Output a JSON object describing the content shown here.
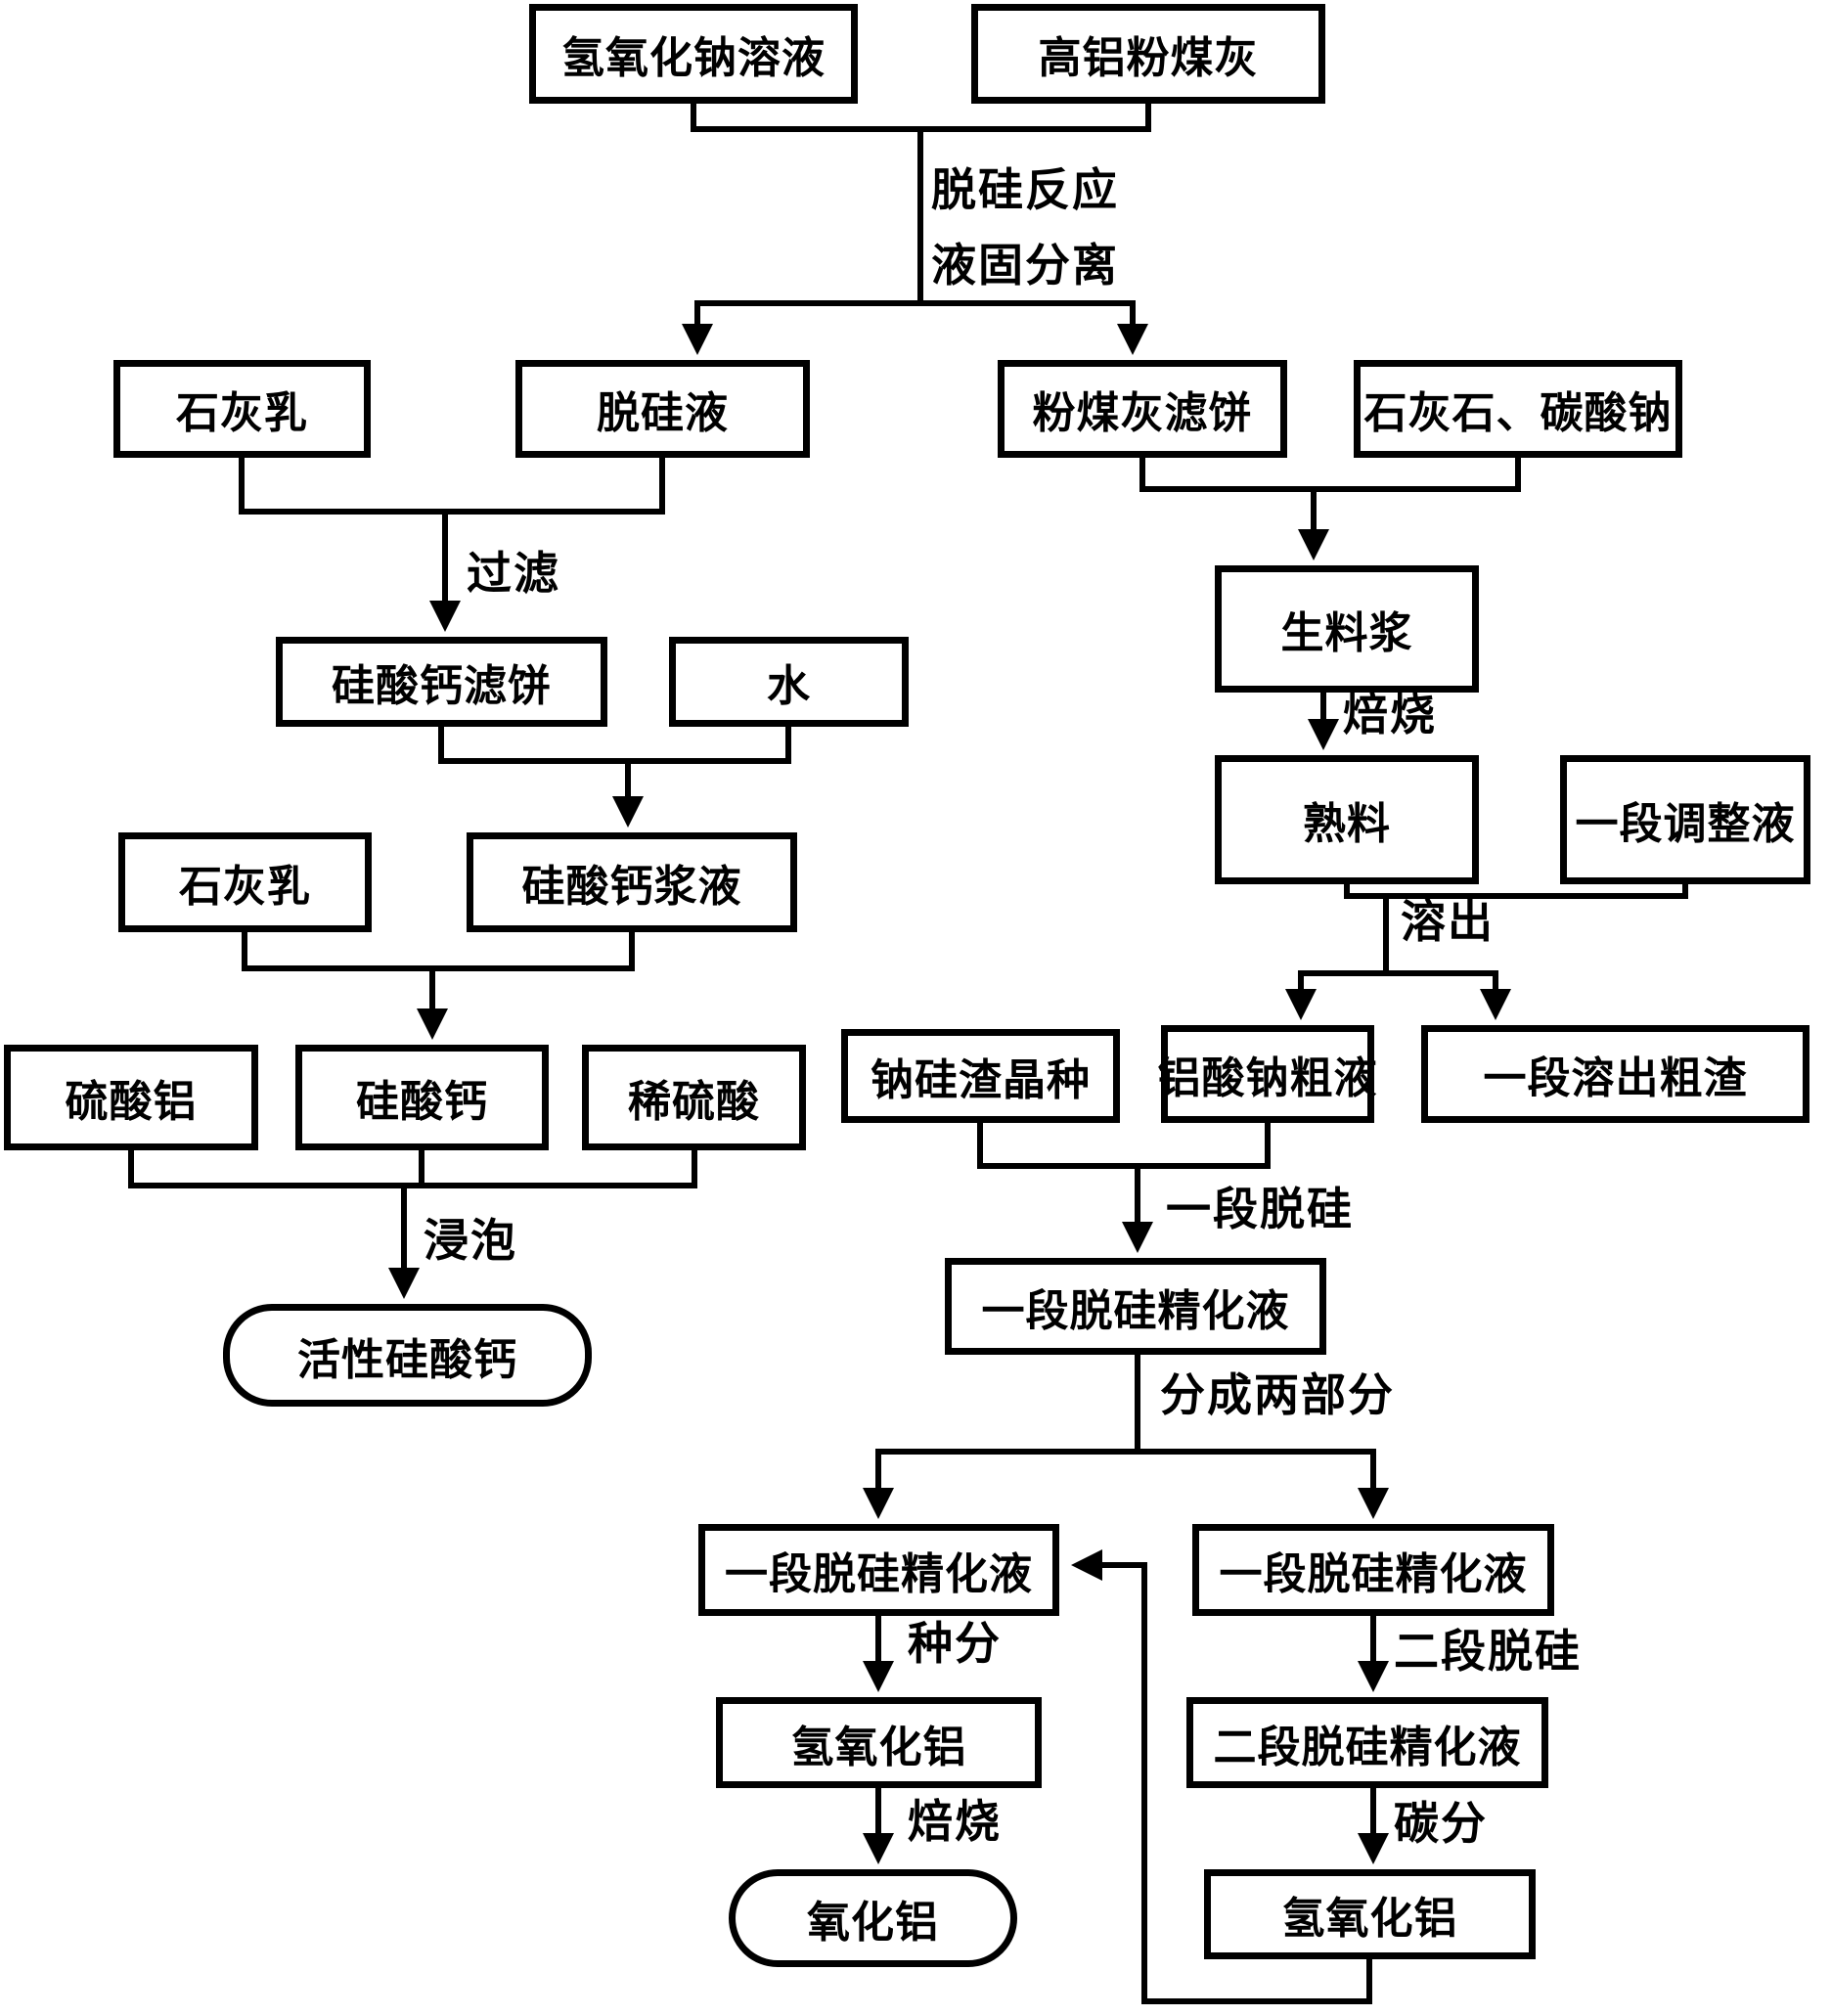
{
  "diagram": {
    "colors": {
      "background": "#ffffff",
      "line": "#000000",
      "text": "#000000"
    },
    "boxes": [
      {
        "id": "naoh",
        "label": "氢氧化钠溶液"
      },
      {
        "id": "flyash",
        "label": "高铝粉煤灰"
      },
      {
        "id": "lime1",
        "label": "石灰乳"
      },
      {
        "id": "desil-liquid",
        "label": "脱硅液"
      },
      {
        "id": "flyash-cake",
        "label": "粉煤灰滤饼"
      },
      {
        "id": "limestone-soda",
        "label": "石灰石、碳酸钠"
      },
      {
        "id": "casio3-cake",
        "label": "硅酸钙滤饼"
      },
      {
        "id": "water",
        "label": "水"
      },
      {
        "id": "lime2",
        "label": "石灰乳"
      },
      {
        "id": "casio3-slurry",
        "label": "硅酸钙浆液"
      },
      {
        "id": "al-sulfate",
        "label": "硫酸铝"
      },
      {
        "id": "casio3",
        "label": "硅酸钙"
      },
      {
        "id": "dilute-h2so4",
        "label": "稀硫酸"
      },
      {
        "id": "active-casio3",
        "label": "活性硅酸钙"
      },
      {
        "id": "raw-slurry",
        "label": "生料浆"
      },
      {
        "id": "clinker",
        "label": "熟料"
      },
      {
        "id": "adjust-liquid",
        "label": "一段调整液"
      },
      {
        "id": "na-si-seed",
        "label": "钠硅渣晶种"
      },
      {
        "id": "crude-aluminate",
        "label": "铝酸钠粗液"
      },
      {
        "id": "leach-residue",
        "label": "一段溶出粗渣"
      },
      {
        "id": "refined1",
        "label": "一段脱硅精化液"
      },
      {
        "id": "refined1-left",
        "label": "一段脱硅精化液"
      },
      {
        "id": "refined1-right",
        "label": "一段脱硅精化液"
      },
      {
        "id": "aloh-left",
        "label": "氢氧化铝"
      },
      {
        "id": "alumina",
        "label": "氧化铝"
      },
      {
        "id": "refined2",
        "label": "二段脱硅精化液"
      },
      {
        "id": "aloh-right",
        "label": "氢氧化铝"
      }
    ],
    "edge_labels": [
      {
        "id": "desilication-reaction",
        "text": "脱硅反应"
      },
      {
        "id": "liquid-solid-separation",
        "text": "液固分离"
      },
      {
        "id": "filter",
        "text": "过滤"
      },
      {
        "id": "roast1",
        "text": "焙烧"
      },
      {
        "id": "leach",
        "text": "溶出"
      },
      {
        "id": "stage1-desilication",
        "text": "一段脱硅"
      },
      {
        "id": "split-two-parts",
        "text": "分成两部分"
      },
      {
        "id": "seed-precipitation",
        "text": "种分"
      },
      {
        "id": "stage2-desilication",
        "text": "二段脱硅"
      },
      {
        "id": "roast2",
        "text": "焙烧"
      },
      {
        "id": "carbonation",
        "text": "碳分"
      },
      {
        "id": "soak",
        "text": "浸泡"
      }
    ]
  }
}
